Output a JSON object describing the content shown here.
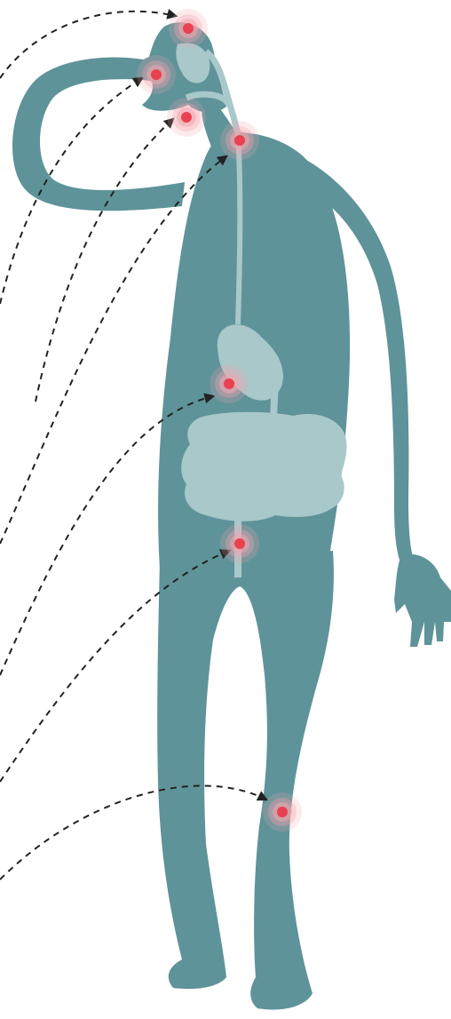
{
  "colors": {
    "background": "#ffffff",
    "body": "#5e9399",
    "organ": "#a9c8ca",
    "marker_core": "#e8414f",
    "marker_glow": "#f3a6ae",
    "arrow": "#222222"
  },
  "markers": [
    {
      "name": "marker-crown",
      "icon": "red-dot-icon"
    },
    {
      "name": "marker-nose",
      "icon": "red-dot-icon"
    },
    {
      "name": "marker-mouth",
      "icon": "red-dot-icon"
    },
    {
      "name": "marker-throat",
      "icon": "red-dot-icon"
    },
    {
      "name": "marker-stomach",
      "icon": "red-dot-icon"
    },
    {
      "name": "marker-intestine-end",
      "icon": "red-dot-icon"
    },
    {
      "name": "marker-knee",
      "icon": "red-dot-icon"
    }
  ],
  "arrows": [
    {
      "name": "arrow-to-crown"
    },
    {
      "name": "arrow-to-nose"
    },
    {
      "name": "arrow-to-mouth"
    },
    {
      "name": "arrow-to-throat"
    },
    {
      "name": "arrow-to-stomach"
    },
    {
      "name": "arrow-to-intestine-end"
    },
    {
      "name": "arrow-to-knee"
    }
  ]
}
